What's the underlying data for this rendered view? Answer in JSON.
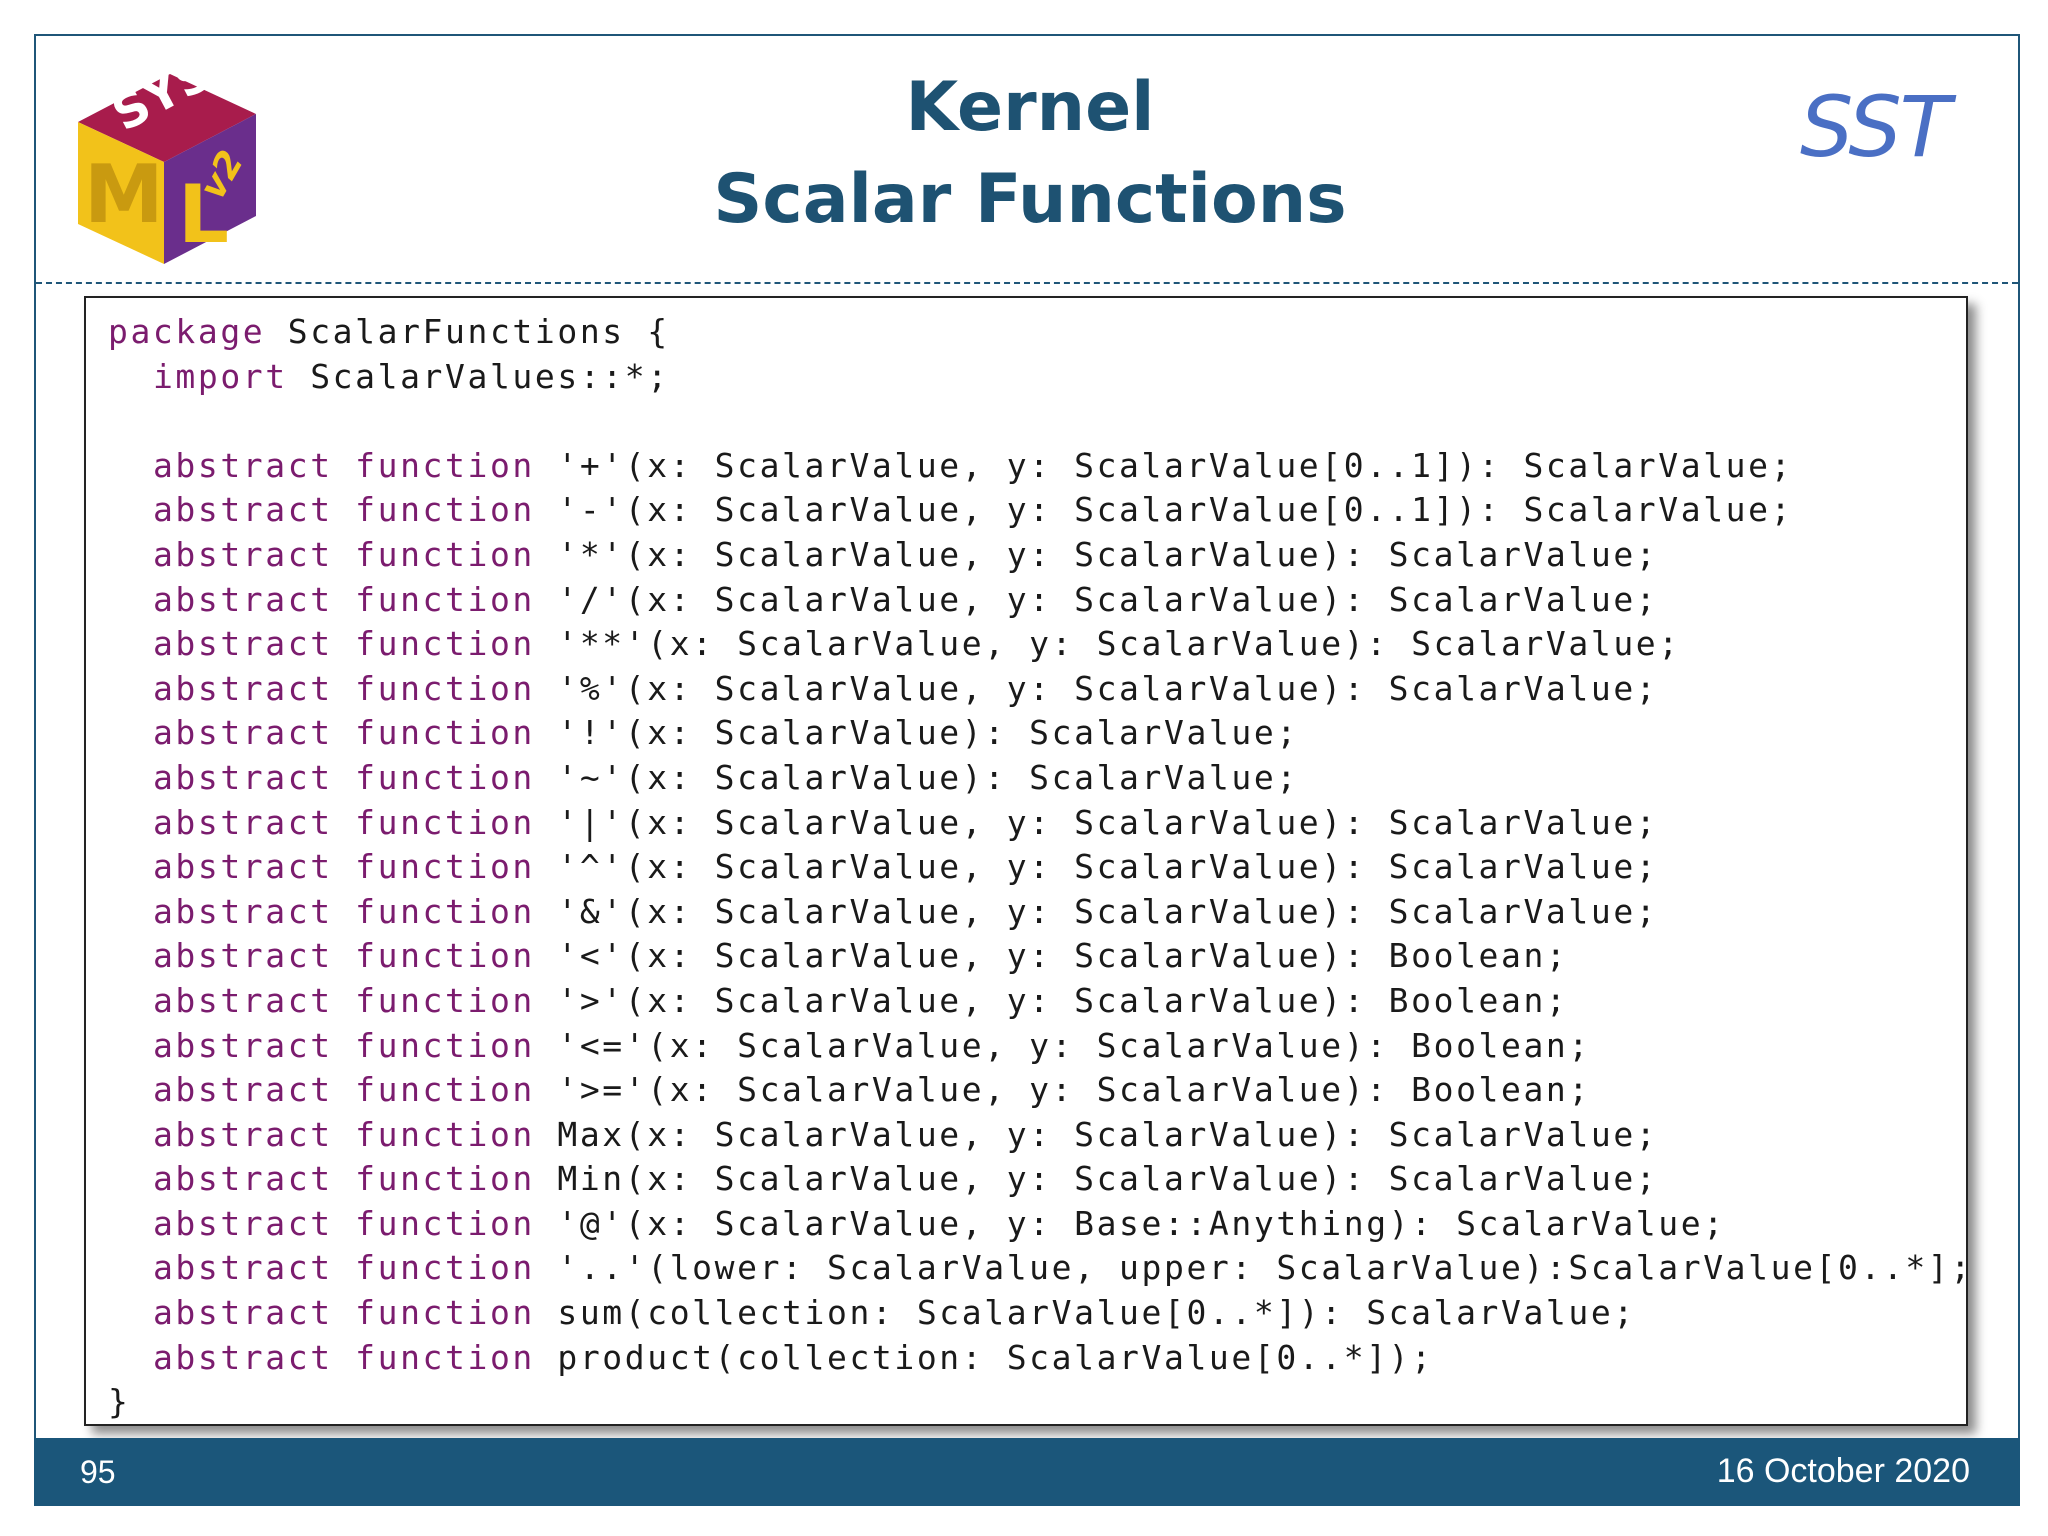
{
  "header": {
    "title_line1": "Kernel",
    "title_line2": "Scalar Functions",
    "badge": "SST"
  },
  "logo": {
    "text": "SysML v2",
    "icon": "sysml-v2-cube-logo",
    "colors": {
      "top": "#a81c4c",
      "left": "#f2c21a",
      "right": "#6a2e8c"
    }
  },
  "code": {
    "lines": [
      [
        {
          "t": "package",
          "k": true
        },
        {
          "t": " ScalarFunctions {",
          "k": false
        }
      ],
      [
        {
          "t": "  ",
          "k": false
        },
        {
          "t": "import",
          "k": true
        },
        {
          "t": " ScalarValues::*;",
          "k": false
        }
      ],
      [
        {
          "t": "",
          "k": false
        }
      ],
      [
        {
          "t": "  ",
          "k": false
        },
        {
          "t": "abstract function",
          "k": true
        },
        {
          "t": " '+'(x: ScalarValue, y: ScalarValue[0..1]): ScalarValue;",
          "k": false
        }
      ],
      [
        {
          "t": "  ",
          "k": false
        },
        {
          "t": "abstract function",
          "k": true
        },
        {
          "t": " '-'(x: ScalarValue, y: ScalarValue[0..1]): ScalarValue;",
          "k": false
        }
      ],
      [
        {
          "t": "  ",
          "k": false
        },
        {
          "t": "abstract function",
          "k": true
        },
        {
          "t": " '*'(x: ScalarValue, y: ScalarValue): ScalarValue;",
          "k": false
        }
      ],
      [
        {
          "t": "  ",
          "k": false
        },
        {
          "t": "abstract function",
          "k": true
        },
        {
          "t": " '/'(x: ScalarValue, y: ScalarValue): ScalarValue;",
          "k": false
        }
      ],
      [
        {
          "t": "  ",
          "k": false
        },
        {
          "t": "abstract function",
          "k": true
        },
        {
          "t": " '**'(x: ScalarValue, y: ScalarValue): ScalarValue;",
          "k": false
        }
      ],
      [
        {
          "t": "  ",
          "k": false
        },
        {
          "t": "abstract function",
          "k": true
        },
        {
          "t": " '%'(x: ScalarValue, y: ScalarValue): ScalarValue;",
          "k": false
        }
      ],
      [
        {
          "t": "  ",
          "k": false
        },
        {
          "t": "abstract function",
          "k": true
        },
        {
          "t": " '!'(x: ScalarValue): ScalarValue;",
          "k": false
        }
      ],
      [
        {
          "t": "  ",
          "k": false
        },
        {
          "t": "abstract function",
          "k": true
        },
        {
          "t": " '~'(x: ScalarValue): ScalarValue;",
          "k": false
        }
      ],
      [
        {
          "t": "  ",
          "k": false
        },
        {
          "t": "abstract function",
          "k": true
        },
        {
          "t": " '|'(x: ScalarValue, y: ScalarValue): ScalarValue;",
          "k": false
        }
      ],
      [
        {
          "t": "  ",
          "k": false
        },
        {
          "t": "abstract function",
          "k": true
        },
        {
          "t": " '^'(x: ScalarValue, y: ScalarValue): ScalarValue;",
          "k": false
        }
      ],
      [
        {
          "t": "  ",
          "k": false
        },
        {
          "t": "abstract function",
          "k": true
        },
        {
          "t": " '&'(x: ScalarValue, y: ScalarValue): ScalarValue;",
          "k": false
        }
      ],
      [
        {
          "t": "  ",
          "k": false
        },
        {
          "t": "abstract function",
          "k": true
        },
        {
          "t": " '<'(x: ScalarValue, y: ScalarValue): Boolean;",
          "k": false
        }
      ],
      [
        {
          "t": "  ",
          "k": false
        },
        {
          "t": "abstract function",
          "k": true
        },
        {
          "t": " '>'(x: ScalarValue, y: ScalarValue): Boolean;",
          "k": false
        }
      ],
      [
        {
          "t": "  ",
          "k": false
        },
        {
          "t": "abstract function",
          "k": true
        },
        {
          "t": " '<='(x: ScalarValue, y: ScalarValue): Boolean;",
          "k": false
        }
      ],
      [
        {
          "t": "  ",
          "k": false
        },
        {
          "t": "abstract function",
          "k": true
        },
        {
          "t": " '>='(x: ScalarValue, y: ScalarValue): Boolean;",
          "k": false
        }
      ],
      [
        {
          "t": "  ",
          "k": false
        },
        {
          "t": "abstract function",
          "k": true
        },
        {
          "t": " Max(x: ScalarValue, y: ScalarValue): ScalarValue;",
          "k": false
        }
      ],
      [
        {
          "t": "  ",
          "k": false
        },
        {
          "t": "abstract function",
          "k": true
        },
        {
          "t": " Min(x: ScalarValue, y: ScalarValue): ScalarValue;",
          "k": false
        }
      ],
      [
        {
          "t": "  ",
          "k": false
        },
        {
          "t": "abstract function",
          "k": true
        },
        {
          "t": " '@'(x: ScalarValue, y: Base::Anything): ScalarValue;",
          "k": false
        }
      ],
      [
        {
          "t": "  ",
          "k": false
        },
        {
          "t": "abstract function",
          "k": true
        },
        {
          "t": " '..'(lower: ScalarValue, upper: ScalarValue):ScalarValue[0..*];",
          "k": false
        }
      ],
      [
        {
          "t": "  ",
          "k": false
        },
        {
          "t": "abstract function",
          "k": true
        },
        {
          "t": " sum(collection: ScalarValue[0..*]): ScalarValue;",
          "k": false
        }
      ],
      [
        {
          "t": "  ",
          "k": false
        },
        {
          "t": "abstract function",
          "k": true
        },
        {
          "t": " product(collection: ScalarValue[0..*]);",
          "k": false
        }
      ],
      [
        {
          "t": "}",
          "k": false
        }
      ]
    ]
  },
  "footer": {
    "page_number": "95",
    "date": "16 October 2020"
  },
  "colors": {
    "title": "#1e5272",
    "badge": "#4a6fc4",
    "keyword": "#7b1c6e",
    "footer_bg": "#1b567a"
  }
}
